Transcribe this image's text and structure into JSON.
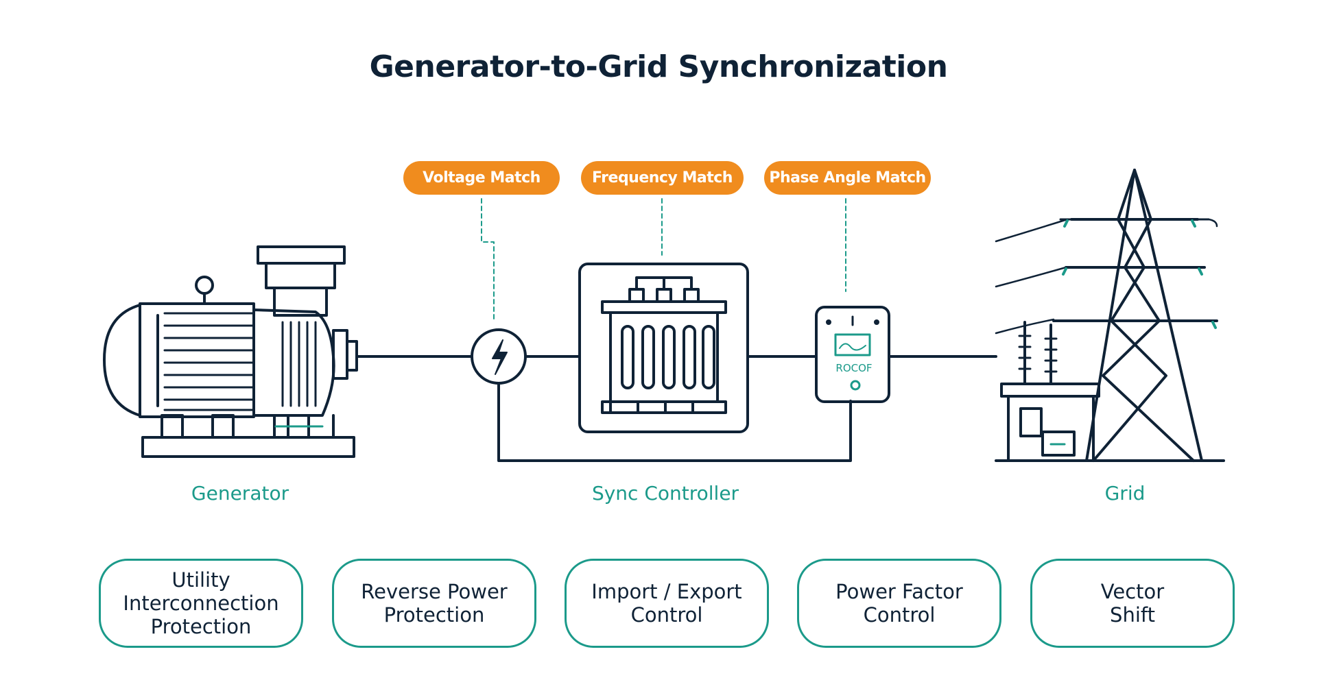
{
  "title": "Generator-to-Grid Synchronization",
  "colors": {
    "ink": "#0f2236",
    "teal": "#1b9a8a",
    "orange": "#f08c1e",
    "background": "#ffffff"
  },
  "match_tags": [
    "Voltage Match",
    "Frequency Match",
    "Phase Angle Match"
  ],
  "components": [
    {
      "label": "Generator",
      "icon": "generator-icon"
    },
    {
      "label": "Sync Controller",
      "icon": "transformer-icon"
    },
    {
      "label": "Grid",
      "icon": "transmission-tower-icon"
    }
  ],
  "breaker_icon": "lightning-bolt-icon",
  "relay": {
    "icon": "relay-meter-icon",
    "label": "ROCOF"
  },
  "functions": [
    "Utility\nInterconnection\nProtection",
    "Reverse Power\nProtection",
    "Import / Export\nControl",
    "Power Factor\nControl",
    "Vector\nShift"
  ]
}
